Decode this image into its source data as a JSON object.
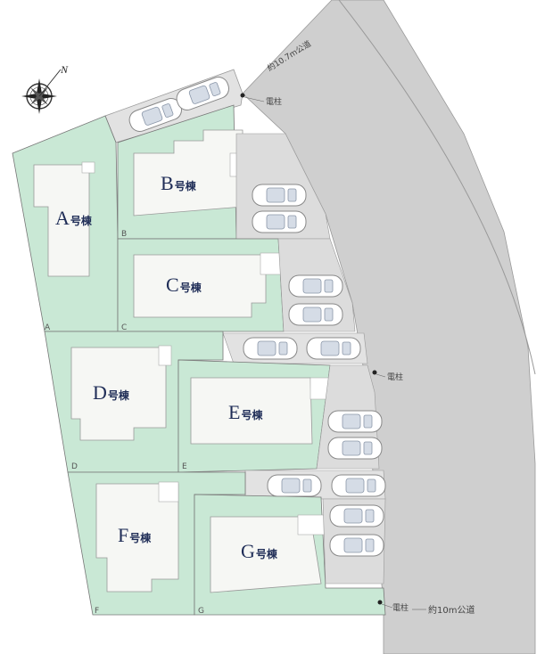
{
  "buildings": {
    "A": {
      "letter": "A",
      "suffix": "号棟",
      "lot": "A"
    },
    "B": {
      "letter": "B",
      "suffix": "号棟",
      "lot": "B"
    },
    "C": {
      "letter": "C",
      "suffix": "号棟",
      "lot": "C"
    },
    "D": {
      "letter": "D",
      "suffix": "号棟",
      "lot": "D"
    },
    "E": {
      "letter": "E",
      "suffix": "号棟",
      "lot": "E"
    },
    "F": {
      "letter": "F",
      "suffix": "号棟",
      "lot": "F"
    },
    "G": {
      "letter": "G",
      "suffix": "号棟",
      "lot": "G"
    }
  },
  "roads": {
    "road_top": "約10.7m公道",
    "road_bottom": "約10m公道"
  },
  "poles": {
    "pole_top": "電柱",
    "pole_mid": "電柱",
    "pole_bottom": "電柱"
  },
  "compass": {
    "north": "N"
  },
  "colors": {
    "lot_green": "#c9e8d5",
    "house_fill": "#f6f7f4",
    "road_gray": "#cfcfcf",
    "parking_gray": "#dcdcdc",
    "text_navy": "#1f2d57"
  }
}
